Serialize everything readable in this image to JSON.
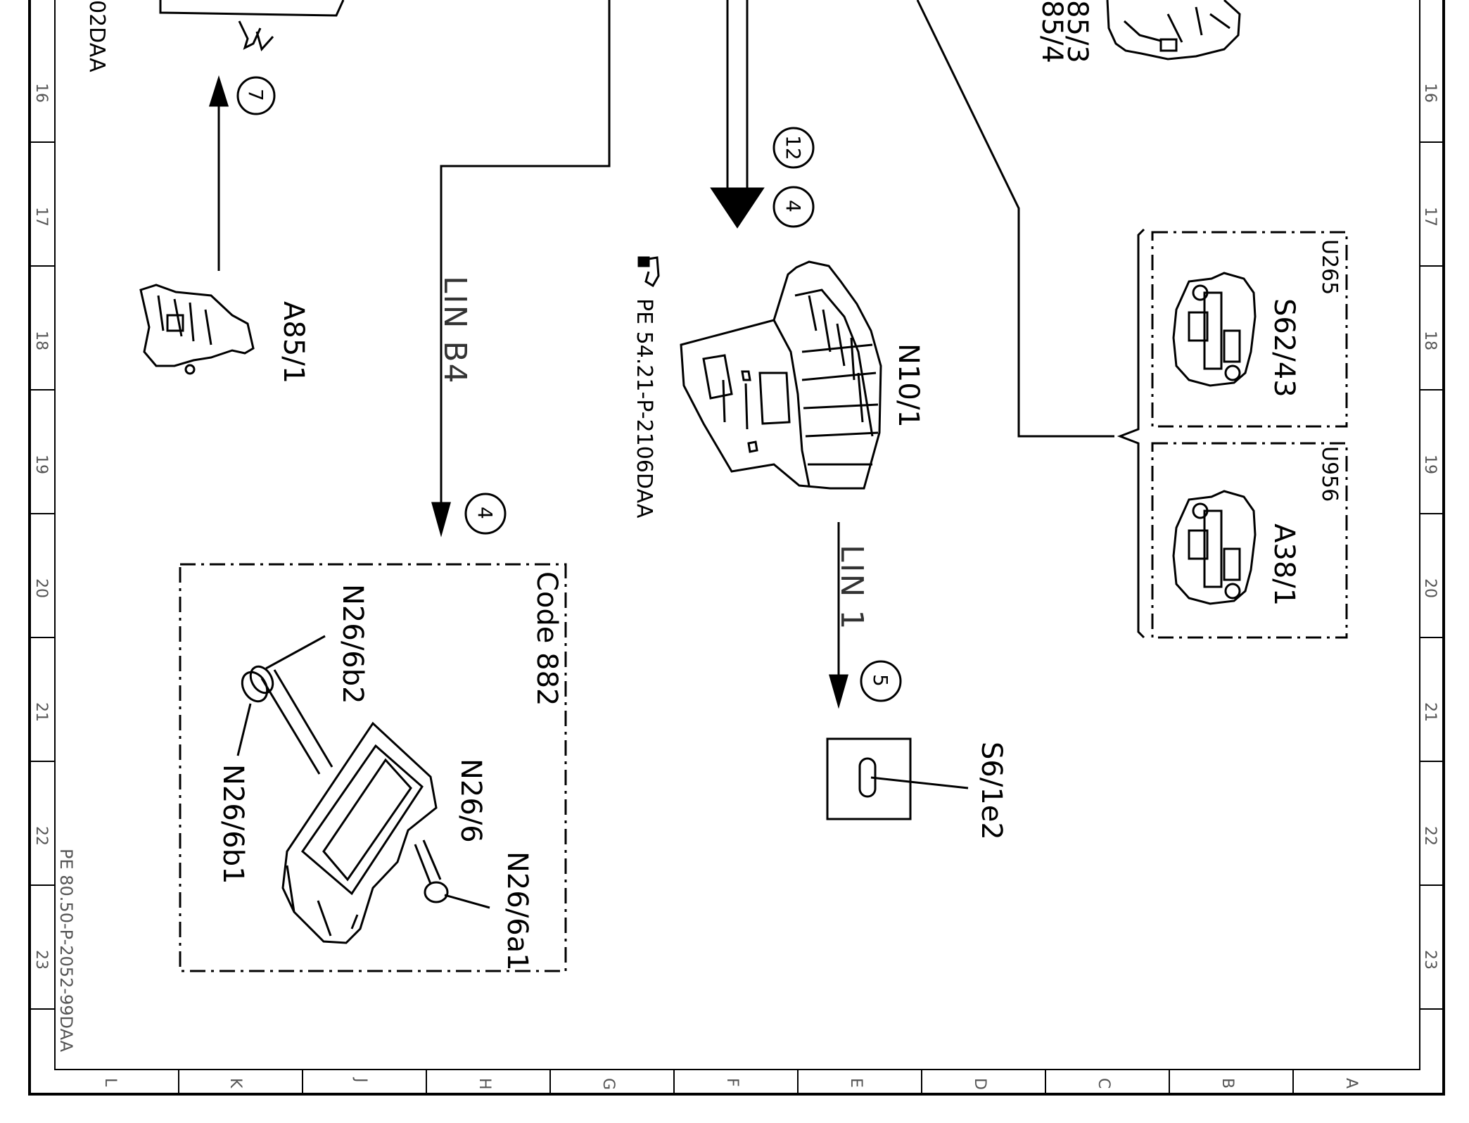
{
  "grid": {
    "row_numbers": [
      "16",
      "17",
      "18",
      "19",
      "20",
      "21",
      "22",
      "23"
    ],
    "column_letters": [
      "L",
      "K",
      "J",
      "H",
      "G",
      "F",
      "E",
      "D",
      "C",
      "B",
      "A"
    ]
  },
  "labels": {
    "top_ref_partial": "02DAA",
    "top_right_a": "85/3",
    "top_right_b": "85/4",
    "a85_1": "A85/1",
    "lin_b4": "LIN B4",
    "lin_1": "LIN 1",
    "n10_1": "N10/1",
    "pe_ref": "PE 54.21-P-2106DAA",
    "u265": "U265",
    "s62_43": "S62/43",
    "u956": "U956",
    "a38_1": "A38/1",
    "code_882": "Code 882",
    "n26_6b2": "N26/6b2",
    "n26_6": "N26/6",
    "n26_6b1": "N26/6b1",
    "n26_6a1": "N26/6a1",
    "s6_1e2": "S6/1e2",
    "sheet_ref": "PE 80.50-P-2052-99DAA"
  },
  "callouts": {
    "c7": "7",
    "c12": "12",
    "c4_upper": "4",
    "c4_lower": "4",
    "c5": "5"
  }
}
